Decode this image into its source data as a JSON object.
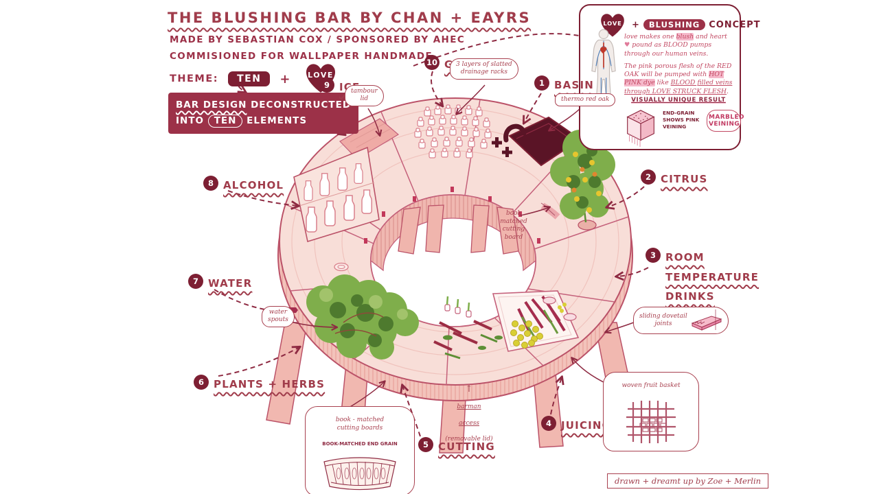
{
  "header": {
    "title": "THE BLUSHING BAR BY CHAN + EAYRS",
    "subtitle1": "MADE BY SEBASTIAN COX / SPONSORED BY AHEC",
    "subtitle2": "COMMISIONED FOR WALLPAPER HANDMADE",
    "theme_label": "THEME:",
    "theme_ten": "TEN",
    "theme_plus": "+",
    "theme_love": "LOVE",
    "banner_line1_a": "BAR DESIGN",
    "banner_line1_b": " DECONSTRUCTED",
    "banner_line2_pre": "INTO",
    "banner_line2_ten": "TEN",
    "banner_line2_post": "ELEMENTS"
  },
  "concept": {
    "heading_love": "LOVE",
    "heading_plus": "+",
    "heading_blushing": "BLUSHING",
    "heading_concept": "CONCEPT",
    "p1a": "love makes one ",
    "p1hl": "blush",
    "p1b": " and heart ",
    "p1heart": "♥",
    "p1c": " pound as BLOOD pumps through our human veins.",
    "p2a": "The pink porous flesh of the RED OAK will be pumped with ",
    "p2hl": "HOT PINK dye",
    "p2b": " like ",
    "p2u": "BLOOD filled veins through LOVE STRUCK FLESH",
    "p2end": ".",
    "result_title": "VISUALLY UNIQUE RESULT",
    "endgrain_note": "END-GRAIN\nSHOWS PINK\nVEINING",
    "marbled": "MARBLED\nVEINING"
  },
  "elements": [
    {
      "num": "1",
      "label": "BASIN"
    },
    {
      "num": "2",
      "label": "CITRUS"
    },
    {
      "num": "3",
      "label": "ROOM TEMPERATURE DRINKS"
    },
    {
      "num": "4",
      "label": "JUICING"
    },
    {
      "num": "5",
      "label": "CUTTING"
    },
    {
      "num": "6",
      "label": "PLANTS + HERBS"
    },
    {
      "num": "7",
      "label": "WATER"
    },
    {
      "num": "8",
      "label": "ALCOHOL"
    },
    {
      "num": "9",
      "label": "ICE"
    },
    {
      "num": "10",
      "label": "GLASSES"
    }
  ],
  "callouts": {
    "tambour": "tambour\nlid",
    "drainage": "3 layers of slatted\ndrainage racks",
    "thermo": "thermo red oak",
    "bookmatched": "book\nmatched\ncutting\nboard",
    "water_spouts": "water\nspouts",
    "dovetail": "sliding dovetail\njoints",
    "basket": "woven fruit basket",
    "barman_arrow": "↑",
    "barman1": "barman",
    "barman2": "access",
    "barman3": "(removable lid)",
    "cutboards_hand": "book - matched\ncutting boards",
    "cutboards_caps": "BOOK-MATCHED END GRAIN"
  },
  "footer": "drawn + dreamt up by Zoe + Merlin",
  "colors": {
    "maroon_dark": "#7d1f33",
    "maroon": "#9c3148",
    "label_red": "#a03c4b",
    "crimson": "#c24862",
    "pink_highlight": "#f5b8ca",
    "wood_light": "#f8ded8",
    "wood_mid": "#f3c3bb",
    "outline": "#bb5268",
    "leaf_green": "#7fae4b",
    "lemon": "#d9cf35"
  }
}
